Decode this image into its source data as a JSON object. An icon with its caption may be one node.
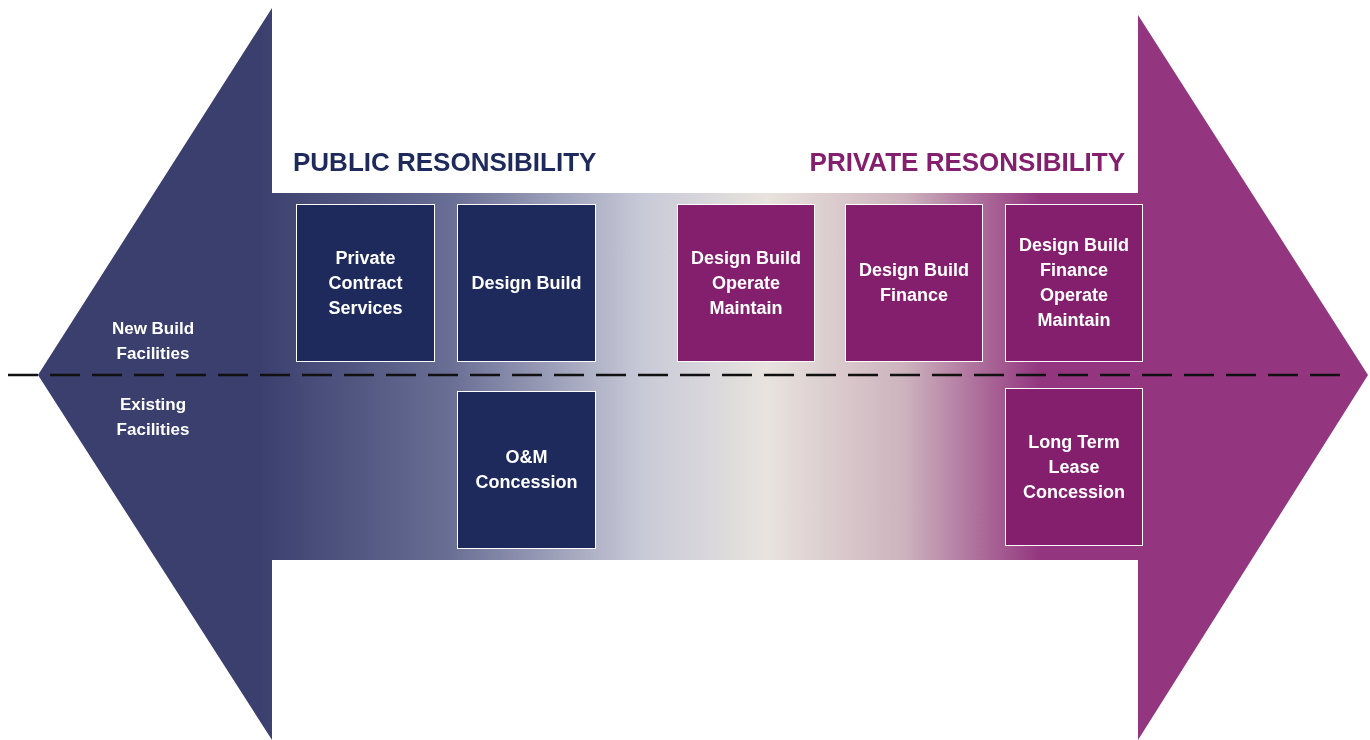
{
  "diagram": {
    "nodes": [
      {
        "text": [
          "Private Contract Services"
        ]
      },
      {
        "text": [
          "Design Build"
        ]
      },
      {
        "text": [
          "Design Build Operate Maintain"
        ]
      },
      {
        "text": [
          "Design Build Finance"
        ]
      },
      {
        "text": [
          "Design Build Finance Operate Maintain"
        ]
      },
      {
        "text": [
          "O&M Concession"
        ]
      },
      {
        "text": [
          "Long Term Lease Concession"
        ]
      }
    ],
    "labels": [
      "PUBLIC RESONSIBILITY",
      "PRIVATE RESONSIBILITY",
      "New Build Facilities",
      "Existing Facilities"
    ]
  }
}
